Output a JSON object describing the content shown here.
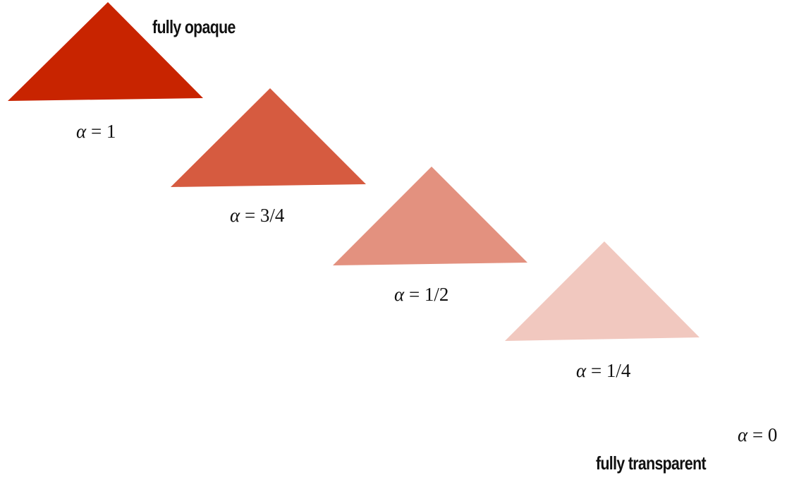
{
  "base_color": "#c82400",
  "triangles": [
    {
      "alpha": 1,
      "label": "= 1"
    },
    {
      "alpha": 0.75,
      "label": "= 3/4"
    },
    {
      "alpha": 0.5,
      "label": "= 1/2"
    },
    {
      "alpha": 0.25,
      "label": "= 1/4"
    },
    {
      "alpha": 0,
      "label": "= 0"
    }
  ],
  "alpha_symbol": "α",
  "notes": {
    "opaque": "fully opaque",
    "transparent": "fully transparent"
  }
}
